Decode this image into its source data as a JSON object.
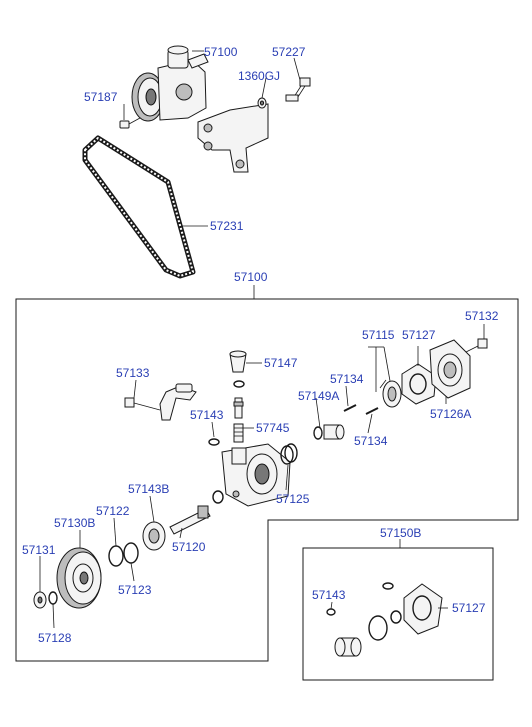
{
  "labels": {
    "l57100_top": "57100",
    "l57227": "57227",
    "l1360GJ": "1360GJ",
    "l57187": "57187",
    "l57231": "57231",
    "l57100_box": "57100",
    "l57132": "57132",
    "l57115": "57115",
    "l57127_a": "57127",
    "l57147": "57147",
    "l57133": "57133",
    "l57134_a": "57134",
    "l57149A": "57149A",
    "l57126A": "57126A",
    "l57143_a": "57143",
    "l57745": "57745",
    "l57134_b": "57134",
    "l57143B": "57143B",
    "l57125": "57125",
    "l57122": "57122",
    "l57130B": "57130B",
    "l57120": "57120",
    "l57131": "57131",
    "l57123": "57123",
    "l57128": "57128",
    "l57150B": "57150B",
    "l57143_b": "57143",
    "l57127_b": "57127"
  },
  "colors": {
    "label_text": "#2a3fb4",
    "line": "#1a1a1a",
    "background": "#ffffff"
  }
}
